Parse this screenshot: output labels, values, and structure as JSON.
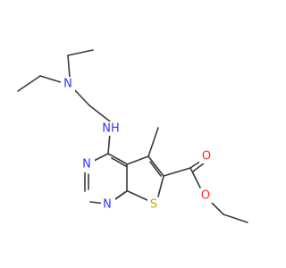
{
  "molecule": {
    "atoms": {
      "amine_n": {
        "label": "N",
        "color": "#3333ff"
      },
      "nh": {
        "label": "NH",
        "color": "#3333ff"
      },
      "pyr_n_top": {
        "label": "N",
        "color": "#3333ff"
      },
      "pyr_n_bottom": {
        "label": "N",
        "color": "#3333ff"
      },
      "thiophene_s": {
        "label": "S",
        "color": "#c8a800"
      },
      "carbonyl_o": {
        "label": "O",
        "color": "#ff2a2a"
      },
      "ester_o": {
        "label": "O",
        "color": "#ff2a2a"
      }
    },
    "bond_color": "#3a3a3a"
  }
}
